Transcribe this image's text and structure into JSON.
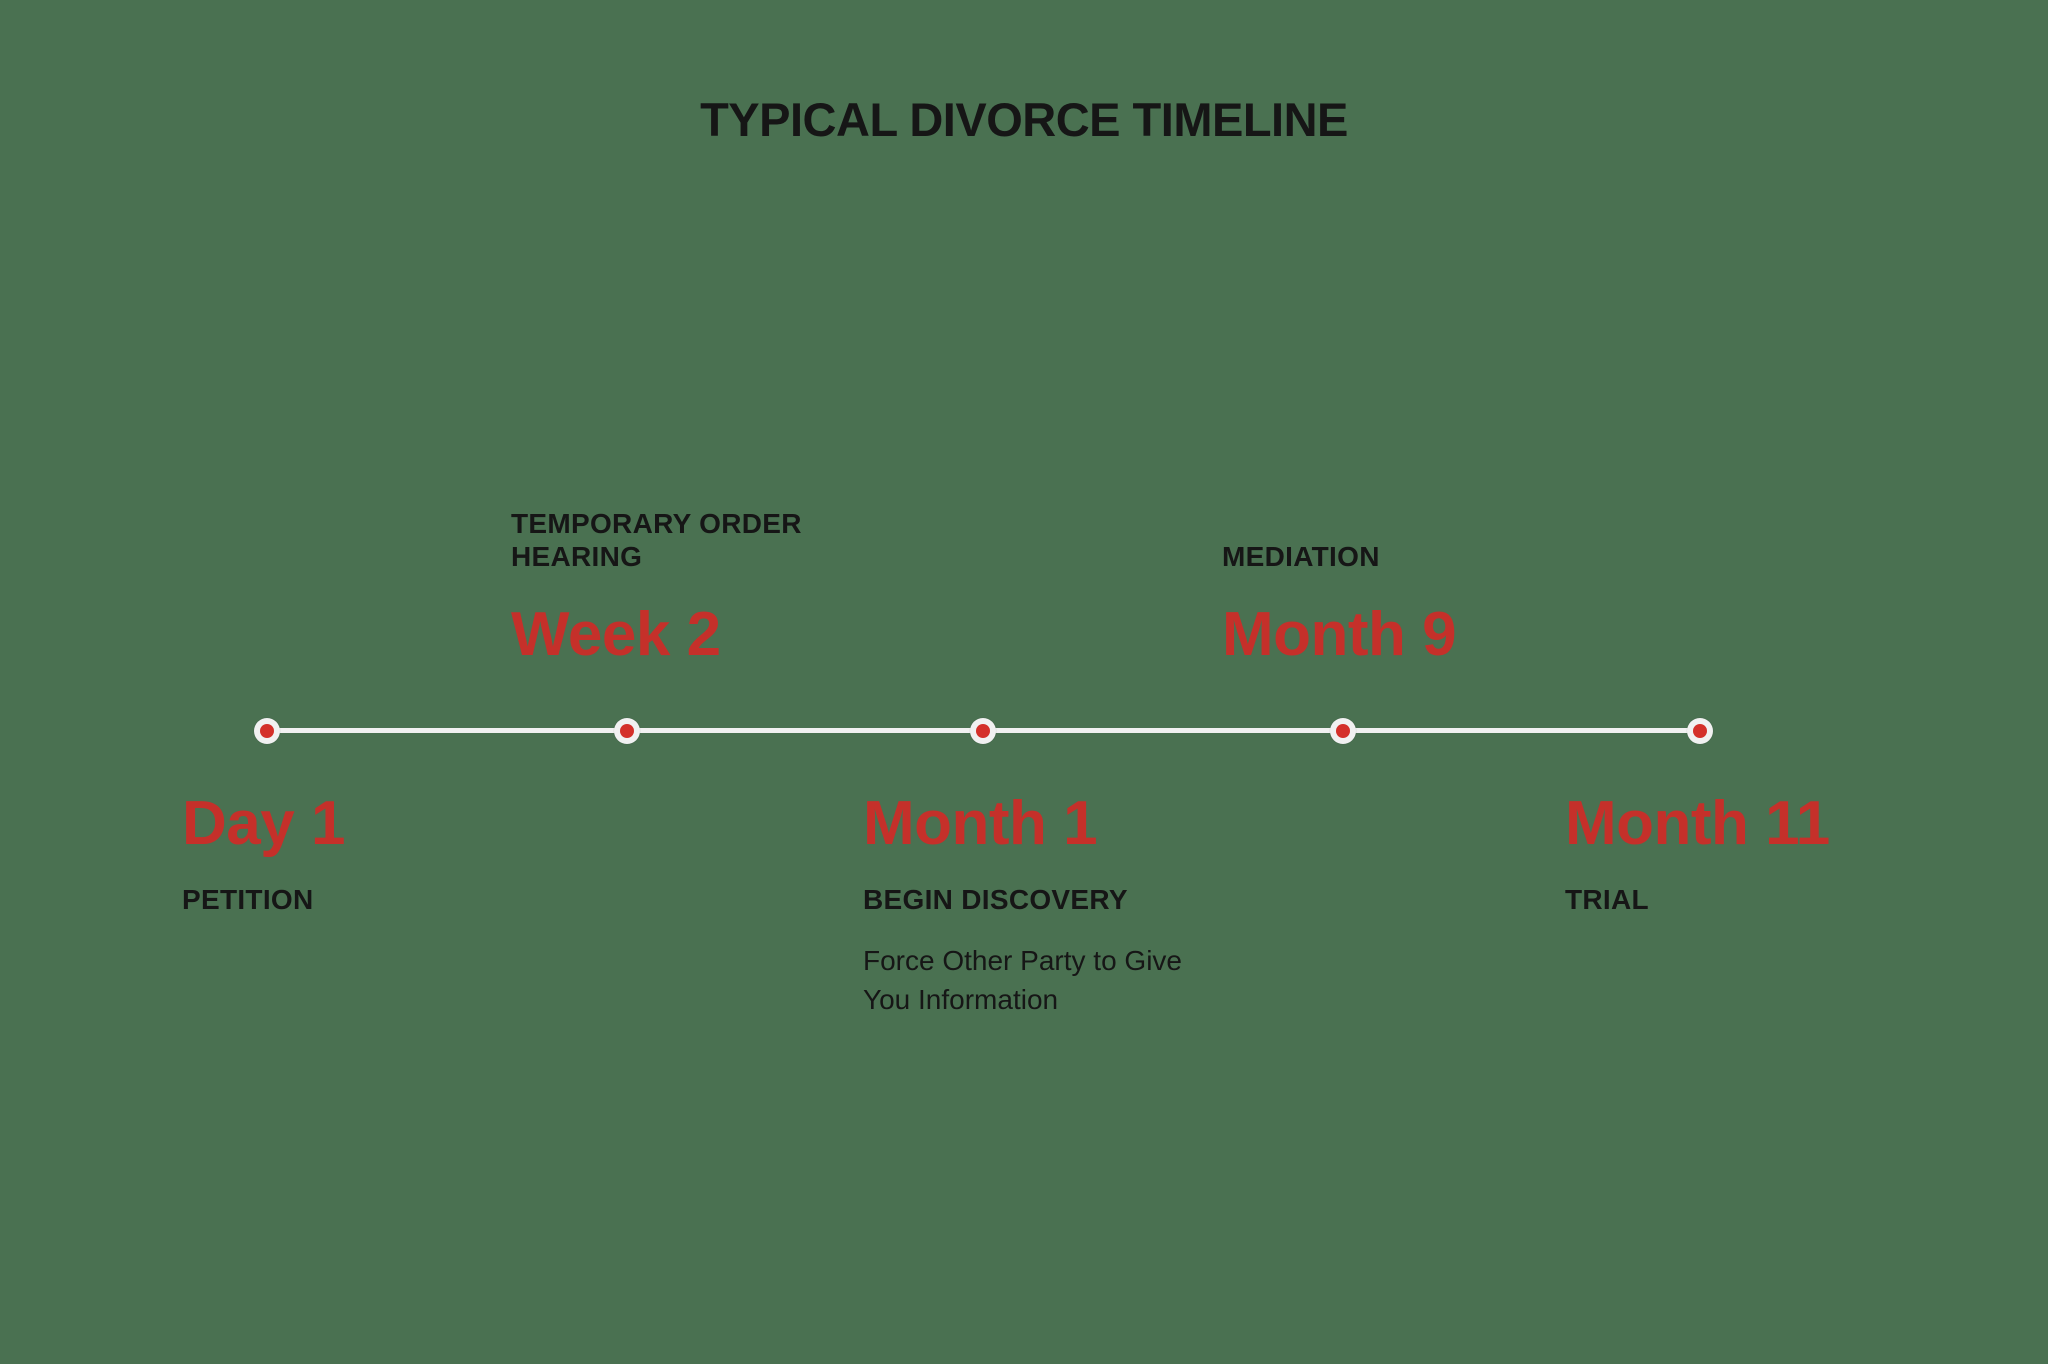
{
  "title": "TYPICAL DIVORCE TIMELINE",
  "colors": {
    "background": "#4A7151",
    "accent_red": "#C5302A",
    "node_red": "#D4302A",
    "line_white": "#F1F1F1",
    "text_black": "#161616"
  },
  "timeline": {
    "milestones": [
      {
        "time": "Day 1",
        "label": "PETITION",
        "side": "below"
      },
      {
        "time": "Week 2",
        "label": "TEMPORARY ORDER HEARING",
        "side": "above"
      },
      {
        "time": "Month 1",
        "label": "BEGIN DISCOVERY",
        "description": "Force Other Party to Give You Information",
        "side": "below"
      },
      {
        "time": "Month 9",
        "label": "MEDIATION",
        "side": "above"
      },
      {
        "time": "Month 11",
        "label": "TRIAL",
        "side": "below"
      }
    ]
  }
}
